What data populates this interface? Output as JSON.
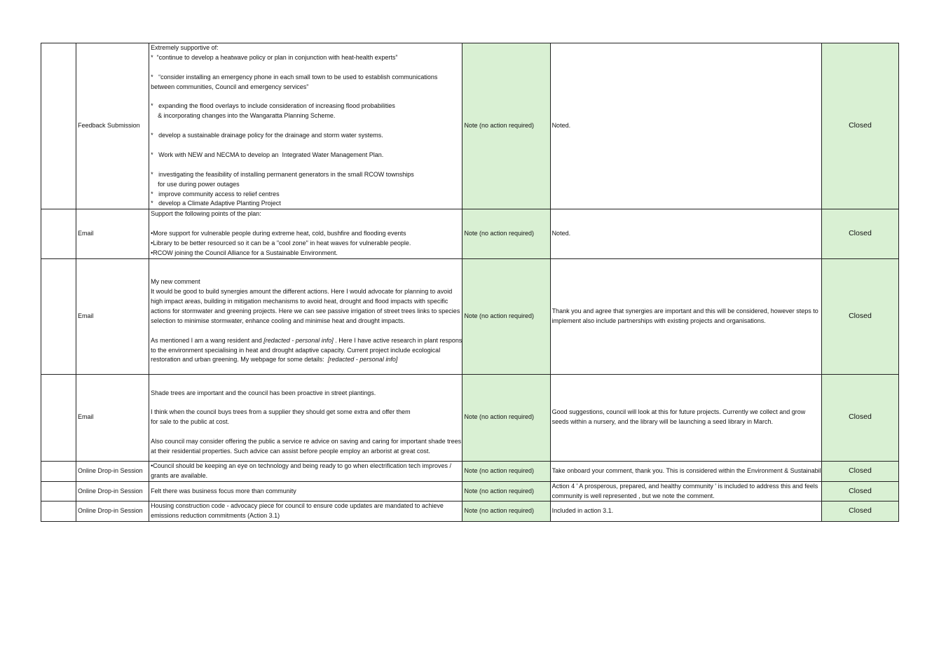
{
  "rows": [
    {
      "source": "Feedback Submission",
      "comment": [
        "Extremely supportive of:",
        "*  “continue to develop a heatwave policy or plan in conjunction with heat-health experts”",
        "",
        "*   “consider installing an emergency phone in each small town to be used to establish communications",
        "between communities, Council and emergency services”",
        "",
        "*   expanding the flood overlays to include consideration of increasing flood probabilities",
        "    & incorporating changes into the Wangaratta Planning Scheme.",
        "",
        "*   develop a sustainable drainage policy for the drainage and storm water systems.",
        "",
        "*   Work with NEW and NECMA to develop an  Integrated Water Management Plan.",
        "",
        "*   investigating the feasibility of installing permanent generators in the small RCOW townships",
        "    for use during power outages",
        "*   improve community access to relief centres",
        "*   develop a Climate Adaptive Planting Project"
      ],
      "action": "Note (no action required)",
      "response": "Noted.",
      "status": "Closed"
    },
    {
      "source": "Email",
      "comment": [
        "Support the following points of the plan:",
        "",
        "•More support for vulnerable people during extreme heat, cold, bushfire and flooding events",
        "•Library to be better resourced so it can be a \"cool zone\" in heat waves for vulnerable people.",
        "•RCOW joining the Council Alliance for a Sustainable Environment."
      ],
      "action": "Note (no action required)",
      "response": "Noted.",
      "status": "Closed"
    },
    {
      "source": "Email",
      "comment": [
        "",
        "My new comment",
        "It would be good to build synergies amount the different actions. Here I would advocate for planning to avoid",
        "high impact areas, building in mitigation mechanisms to avoid heat, drought and flood impacts with specific",
        "actions for stormwater and greening projects. Here we can see passive irrigation of street trees links to species",
        "selection to minimise stormwater, enhance cooling and minimise heat and drought impacts.",
        "",
        "As mentioned I am a wang resident and ",
        "to the environment specialising in heat and drought adaptive capacity. Current project include ecological",
        "restoration and urban greening. My webpage for some details:  "
      ],
      "comment_redacted": "[redacted - personal info]",
      "comment_line8_tail": " . Here I have active research in plant response",
      "action": "Note (no action required)",
      "response": [
        "Thank you and agree that synergies are important and this will be considered, however steps to",
        "implement also include partnerships with existing projects and organisations."
      ],
      "status": "Closed"
    },
    {
      "source": "Email",
      "comment": [
        "",
        "Shade trees are important and the council has been proactive in street plantings.",
        "",
        "I think when the council buys trees from a supplier they should get some extra and offer them",
        "for sale to the public at cost.",
        "",
        "Also council may consider offering the public a service re advice on saving and caring for important shade trees",
        "at their residential properties. Such advice can assist before people employ an arborist at great cost."
      ],
      "action": "Note (no action required)",
      "response": [
        "Good suggestions, council will look at this for future projects. Currently we collect and grow",
        "seeds within a nursery, and the library will be launching a seed library in March."
      ],
      "status": "Closed"
    },
    {
      "source": "Online Drop-in Session",
      "comment": [
        "•Council should be keeping an eye on technology and being ready to go when electrification tech improves /",
        "grants are available."
      ],
      "action": "Note (no action required)",
      "response": [
        "Take onboard your comment, thank you. This is considered within the Environment & Sustainabilit"
      ],
      "status": "Closed"
    },
    {
      "source": "Online Drop-in Session",
      "comment": [
        "Felt there was business focus more than community"
      ],
      "action": "Note (no action required)",
      "response": [
        "Action 4 ' A prosperous, prepared, and healthy community ' is included to address this and feels",
        "community is well represented , but we note the comment."
      ],
      "status": "Closed"
    },
    {
      "source": "Online Drop-in Session",
      "comment": [
        "Housing construction code - advocacy piece for council to ensure code updates are mandated to achieve",
        "emissions reduction commitments (Action 3.1)"
      ],
      "action": "Note (no action required)",
      "response": [
        "Included in action 3.1."
      ],
      "status": "Closed"
    }
  ]
}
